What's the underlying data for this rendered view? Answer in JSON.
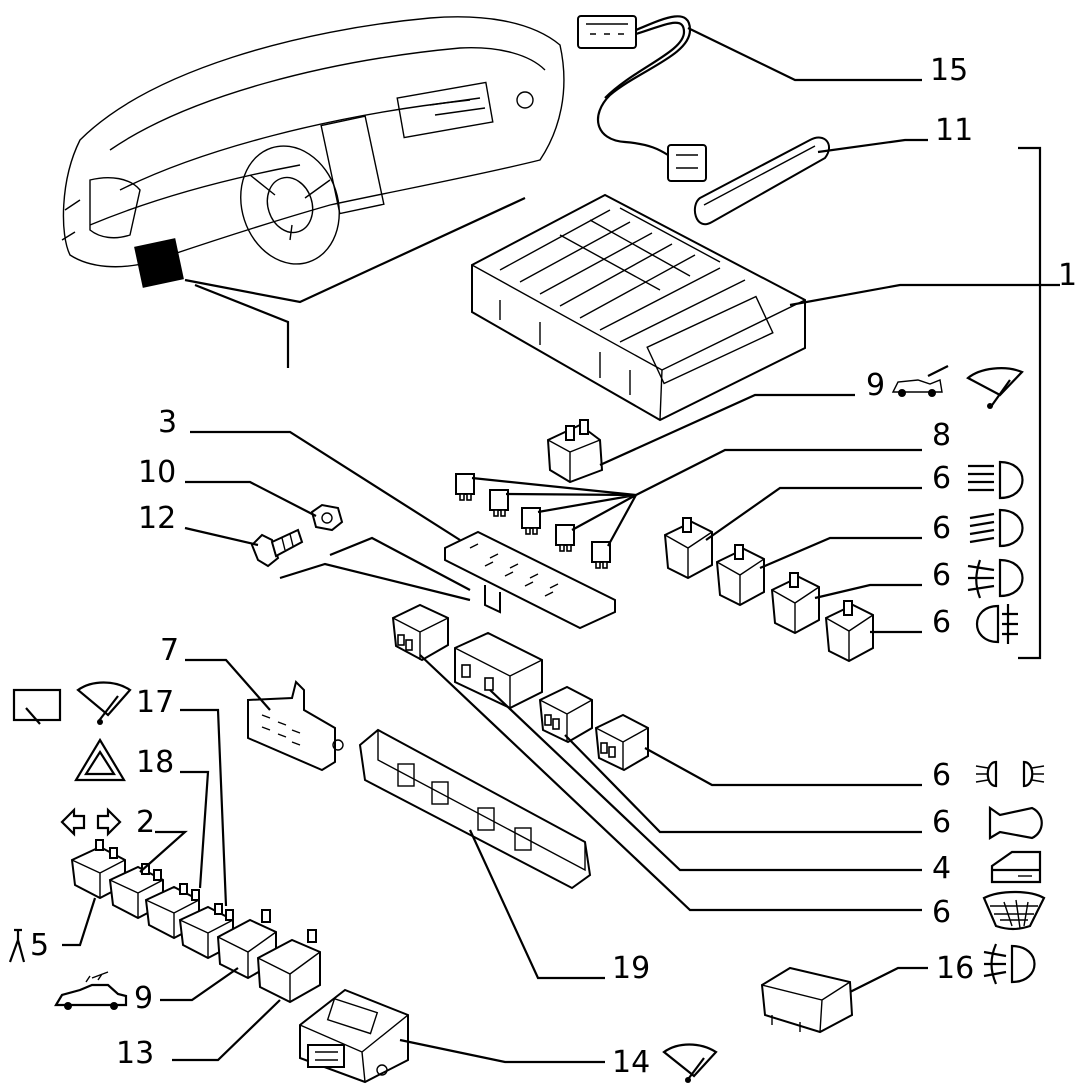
{
  "callouts": {
    "c15": "15",
    "c11": "11",
    "c1": "1",
    "c9a": "9",
    "c8": "8",
    "c3": "3",
    "c10": "10",
    "c12": "12",
    "c6a": "6",
    "c6b": "6",
    "c6c": "6",
    "c6d": "6",
    "c7": "7",
    "c17": "17",
    "c18": "18",
    "c2": "2",
    "c5": "5",
    "c9b": "9",
    "c13": "13",
    "c19": "19",
    "c14": "14",
    "c6e": "6",
    "c6f": "6",
    "c4": "4",
    "c6g": "6",
    "c16": "16"
  },
  "icons": {
    "c9a": [
      "car-trunk-icon",
      "wiper-icon"
    ],
    "c6a": "high-beam-icon",
    "c6b": "low-beam-icon",
    "c6c": "front-fog-light-icon",
    "c6d": "rear-fog-light-icon",
    "c17": [
      "rear-wiper-icon",
      "wiper-icon"
    ],
    "c18": "hazard-warning-icon",
    "c2": "turn-signal-icon",
    "c5": "interior-lamp-icon",
    "c9b": "car-roof-icon",
    "c14": "wiper-icon",
    "c6e": "side-lights-icon",
    "c6f": "horn-icon",
    "c4": "door-lock-icon",
    "c6g": "rear-defrost-icon",
    "c16": "fog-light-icon"
  }
}
